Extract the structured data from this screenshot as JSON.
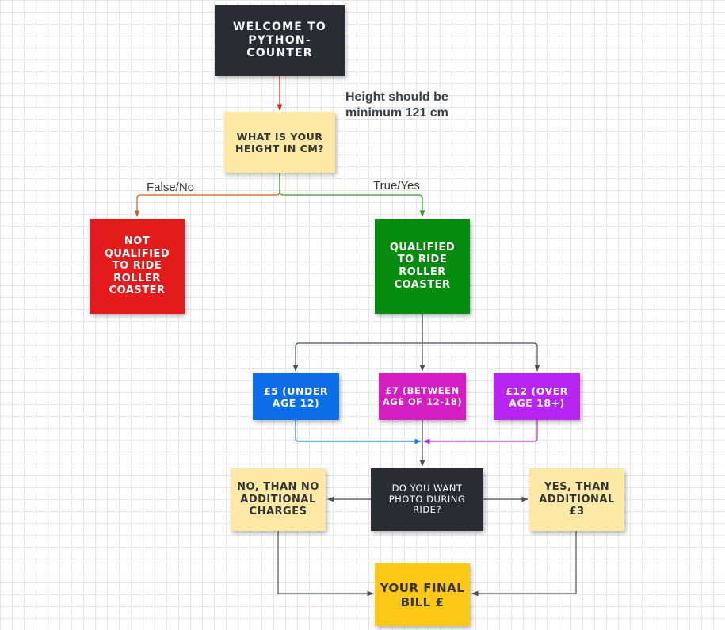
{
  "diagram": {
    "nodes": {
      "welcome": "WELCOME TO PYTHON-COUNTER",
      "height_question": "WHAT IS YOUR HEIGHT IN CM?",
      "not_qualified": "NOT QUALIFIED TO RIDE ROLLER COASTER",
      "qualified": "QUALIFIED TO RIDE ROLLER COASTER",
      "price_under_12": "£5 (UNDER AGE 12)",
      "price_12_18": "£7 (BETWEEN AGE OF 12-18)",
      "price_over_18": "£12 (OVER AGE 18+)",
      "photo_question": "DO YOU WANT PHOTO DURING RIDE?",
      "no_photo": "NO, THAN NO ADDITIONAL CHARGES",
      "yes_photo": "YES, THAN ADDITIONAL £3",
      "final_bill": "YOUR FINAL BILL £"
    },
    "edge_labels": {
      "false_no": "False/No",
      "true_yes": "True/Yes"
    },
    "note": "Height should be\nminimum 121 cm",
    "colors": {
      "dark": "#292c33",
      "sticky_yellow": "#fde9a6",
      "red": "#e31b1b",
      "green": "#058c0e",
      "blue": "#0e6ee8",
      "magenta": "#d51ec2",
      "purple": "#b824f0",
      "gold": "#fdc716"
    }
  }
}
